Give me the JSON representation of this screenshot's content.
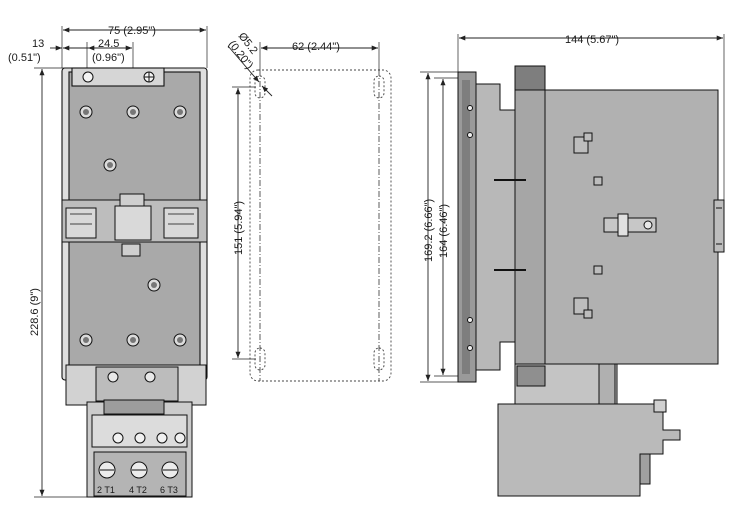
{
  "front_view": {
    "width_label": "75 (2.95\")",
    "offset_13_label": "13",
    "offset_13_inch_label": "(0.51\")",
    "offset_24_label": "24.5",
    "offset_24_inch_label": "(0.96\")",
    "height_label": "228.6 (9\")",
    "terminals": [
      "2 T1",
      "4 T2",
      "6 T3"
    ]
  },
  "drill_template": {
    "hole_label": "Ø5.2",
    "hole_inch_label": "(0.20\")",
    "width_label": "62 (2.44\")",
    "height_label": "151 (5.94\")"
  },
  "side_view": {
    "depth_label": "144 (5.67\")",
    "height_outer_label": "169.2 (6.66\")",
    "height_inner_label": "164 (6.46\")"
  }
}
